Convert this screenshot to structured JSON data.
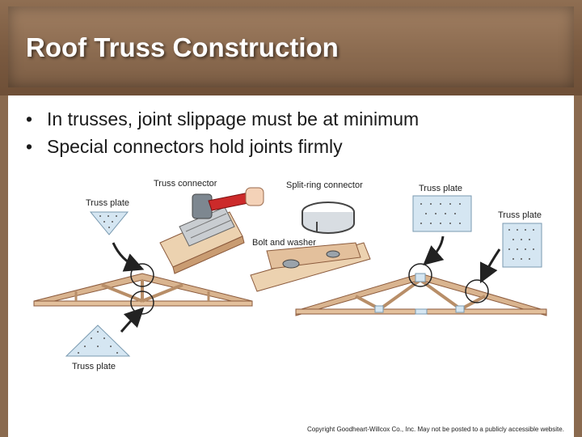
{
  "slide": {
    "title": "Roof Truss Construction",
    "bullets": [
      "In trusses, joint slippage must be at minimum",
      "Special connectors hold joints firmly"
    ],
    "bullet_symbol": "•",
    "copyright": "Copyright Goodheart-Willcox Co., Inc.  May not be posted to a publicly accessible website."
  },
  "figure": {
    "labels": {
      "truss_plate_top_left": "Truss plate",
      "truss_connector": "Truss connector",
      "split_ring_connector": "Split-ring connector",
      "truss_plate_top_right_1": "Truss plate",
      "truss_plate_top_right_2": "Truss plate",
      "bolt_and_washer": "Bolt and washer",
      "truss_plate_bottom_left": "Truss plate"
    }
  },
  "colors": {
    "frame": "#8a6a4f",
    "wood": "#e9cba7",
    "wood_edge": "#8b5a3c",
    "plate": "#d5e6f2",
    "hammer_red": "#cc2a2a"
  }
}
